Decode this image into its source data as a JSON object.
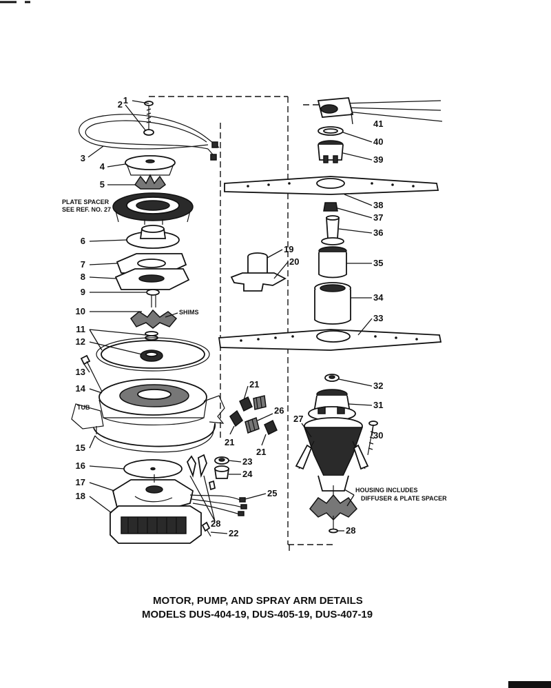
{
  "title": {
    "line1": "MOTOR, PUMP, AND SPRAY ARM DETAILS",
    "line2": "MODELS DUS-404-19, DUS-405-19, DUS-407-19"
  },
  "notes": {
    "plate_spacer_1": "PLATE SPACER",
    "plate_spacer_2": "SEE REF. NO. 27",
    "shims": "SHIMS",
    "tub": "TUB",
    "housing_1": "HOUSING INCLUDES",
    "housing_2": "DIFFUSER & PLATE SPACER"
  },
  "callouts": [
    {
      "id": "c1",
      "text": "1"
    },
    {
      "id": "c2",
      "text": "2"
    },
    {
      "id": "c3",
      "text": "3"
    },
    {
      "id": "c4",
      "text": "4"
    },
    {
      "id": "c5",
      "text": "5"
    },
    {
      "id": "c6",
      "text": "6"
    },
    {
      "id": "c7",
      "text": "7"
    },
    {
      "id": "c8",
      "text": "8"
    },
    {
      "id": "c9",
      "text": "9"
    },
    {
      "id": "c10",
      "text": "10"
    },
    {
      "id": "c11",
      "text": "11"
    },
    {
      "id": "c12",
      "text": "12"
    },
    {
      "id": "c13",
      "text": "13"
    },
    {
      "id": "c14",
      "text": "14"
    },
    {
      "id": "c15",
      "text": "15"
    },
    {
      "id": "c16",
      "text": "16"
    },
    {
      "id": "c17",
      "text": "17"
    },
    {
      "id": "c18",
      "text": "18"
    },
    {
      "id": "c19",
      "text": "19"
    },
    {
      "id": "c20",
      "text": "20"
    },
    {
      "id": "c21a",
      "text": "21"
    },
    {
      "id": "c21b",
      "text": "21"
    },
    {
      "id": "c21c",
      "text": "21"
    },
    {
      "id": "c22",
      "text": "22"
    },
    {
      "id": "c23",
      "text": "23"
    },
    {
      "id": "c24",
      "text": "24"
    },
    {
      "id": "c25",
      "text": "25"
    },
    {
      "id": "c26",
      "text": "26"
    },
    {
      "id": "c27",
      "text": "27"
    },
    {
      "id": "c28a",
      "text": "28"
    },
    {
      "id": "c28b",
      "text": "28"
    },
    {
      "id": "c30",
      "text": "30"
    },
    {
      "id": "c31",
      "text": "31"
    },
    {
      "id": "c32",
      "text": "32"
    },
    {
      "id": "c33",
      "text": "33"
    },
    {
      "id": "c34",
      "text": "34"
    },
    {
      "id": "c35",
      "text": "35"
    },
    {
      "id": "c36",
      "text": "36"
    },
    {
      "id": "c37",
      "text": "37"
    },
    {
      "id": "c38a",
      "text": "38"
    },
    {
      "id": "c38b",
      "text": "39"
    },
    {
      "id": "c40",
      "text": "40"
    },
    {
      "id": "c41",
      "text": "41"
    }
  ]
}
